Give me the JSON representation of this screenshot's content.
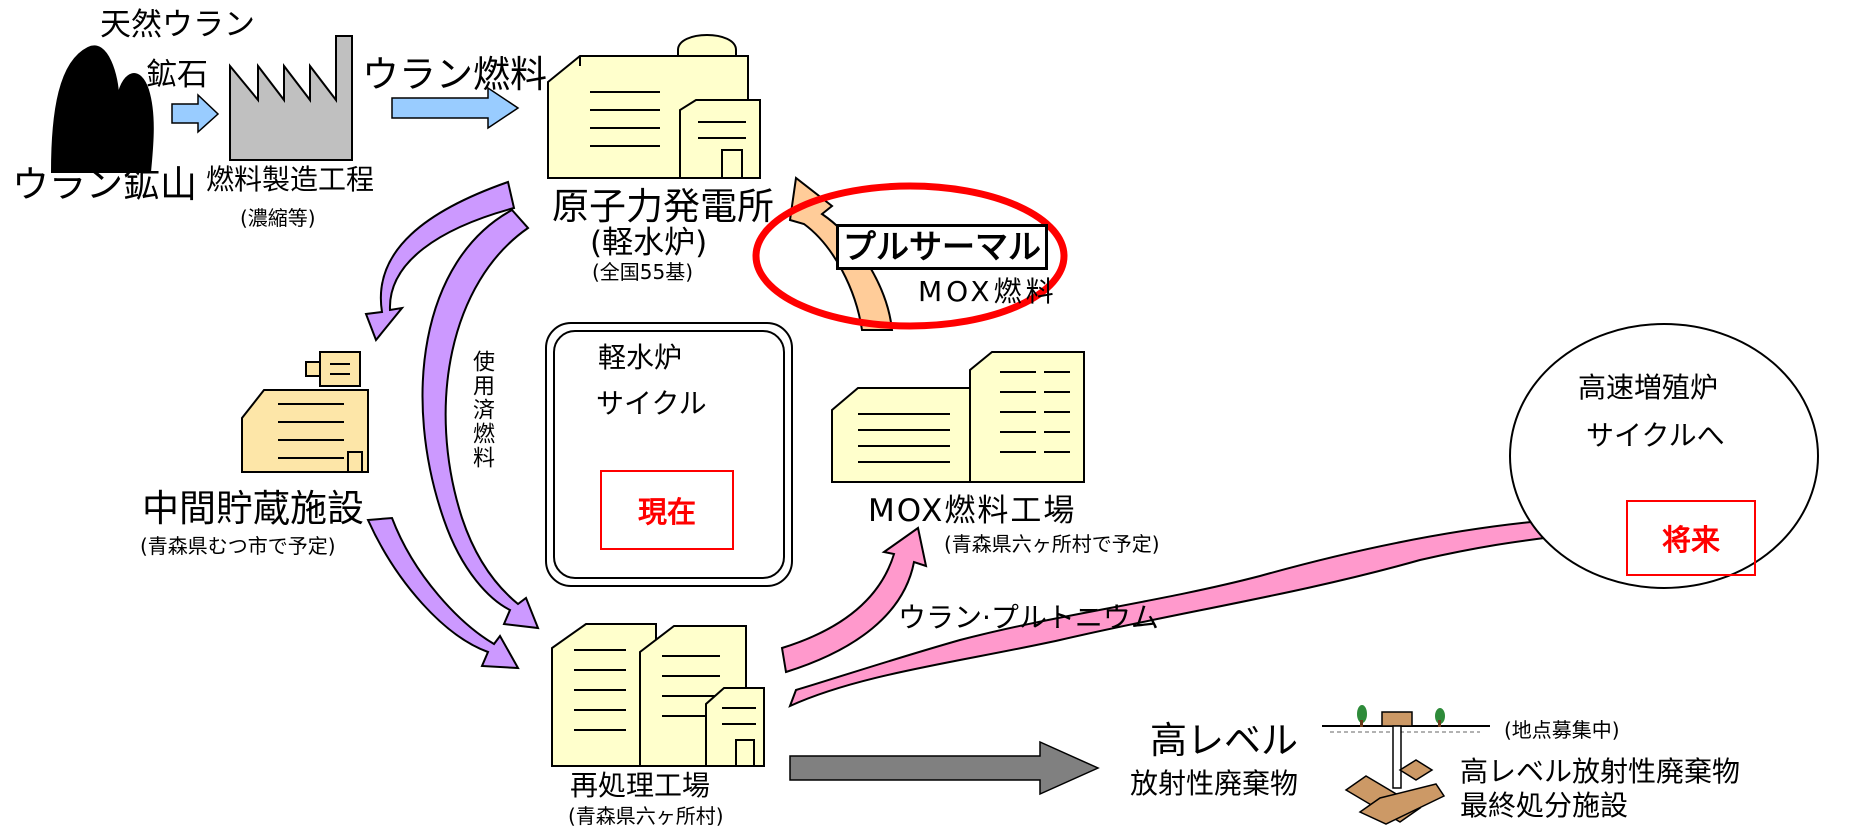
{
  "diagram": {
    "uranium_mine": {
      "label": "ウラン鉱山",
      "icon": "mountain-icon"
    },
    "natural_uranium_ore": {
      "line1": "天然ウラン",
      "line2": "鉱石"
    },
    "fuel_fabrication": {
      "label": "燃料製造工程",
      "sub": "(濃縮等)",
      "icon": "factory-icon"
    },
    "uranium_fuel": {
      "label": "ウラン燃料"
    },
    "power_plant": {
      "label": "原子力発電所",
      "sub": "(軽水炉)",
      "note": "(全国55基)",
      "icon": "power-plant-icon"
    },
    "pluthermal": {
      "label": "プルサーマル",
      "mox": "MOX燃料"
    },
    "spent_fuel": {
      "label": "使用済燃料"
    },
    "interim_storage": {
      "label": "中間貯蔵施設",
      "note": "(青森県むつ市で予定)",
      "icon": "storage-building-icon"
    },
    "lwr_cycle": {
      "line1": "軽水炉",
      "line2": "サイクル",
      "status": "現在"
    },
    "mox_plant": {
      "label": "MOX燃料工場",
      "note": "(青森県六ヶ所村で予定)",
      "icon": "mox-plant-icon"
    },
    "fbr_cycle": {
      "line1": "高速増殖炉",
      "line2": "サイクルへ",
      "status": "将来"
    },
    "uranium_plutonium": {
      "label": "ウラン·プルトニウム"
    },
    "reprocessing": {
      "label": "再処理工場",
      "note": "(青森県六ヶ所村)",
      "icon": "reprocessing-plant-icon"
    },
    "hlw": {
      "line1": "高レベル",
      "line2": "放射性廃棄物"
    },
    "disposal": {
      "line1": "高レベル放射性廃棄物",
      "line2": "最終処分施設",
      "note": "(地点募集中)",
      "icon": "disposal-site-icon"
    },
    "colors": {
      "building_fill": "#ffffcc",
      "storage_fill": "#fde6a8",
      "factory_fill": "#c0c0c0",
      "blue_arrow": "#99ccff",
      "purple_arrow": "#cc99ff",
      "pink_arrow": "#ff99cc",
      "orange_arrow": "#ffcc99",
      "gray_arrow": "#808080",
      "highlight_red": "#ff0000"
    }
  }
}
